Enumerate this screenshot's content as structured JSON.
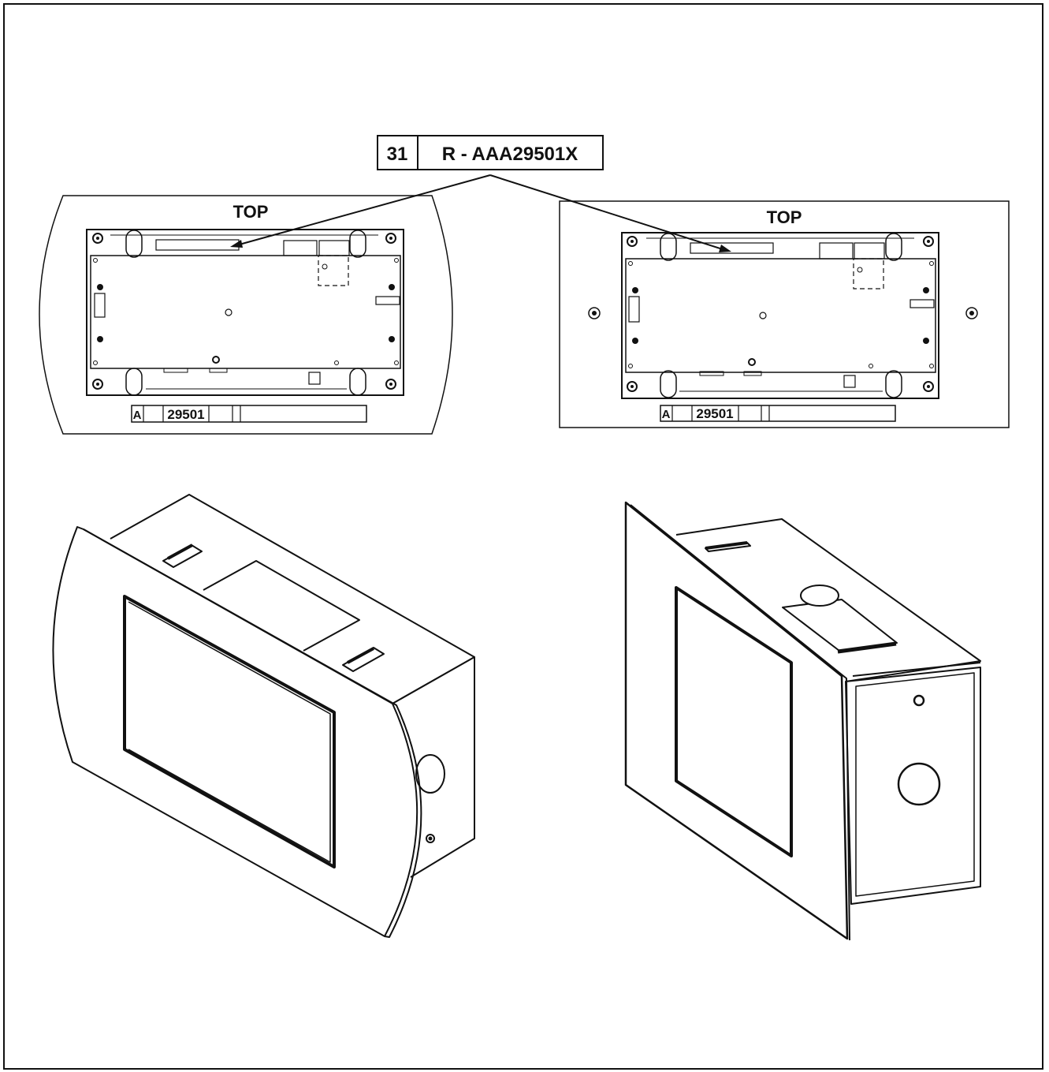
{
  "callout": {
    "item_number": "31",
    "part_number": "R - AAA29501X"
  },
  "views": {
    "left_top_view": {
      "orientation_label": "TOP",
      "label_prefix": "A",
      "label_code": "29501"
    },
    "right_top_view": {
      "orientation_label": "TOP",
      "label_prefix": "A",
      "label_code": "29501"
    }
  },
  "colors": {
    "line": "#111111",
    "background": "#ffffff"
  }
}
